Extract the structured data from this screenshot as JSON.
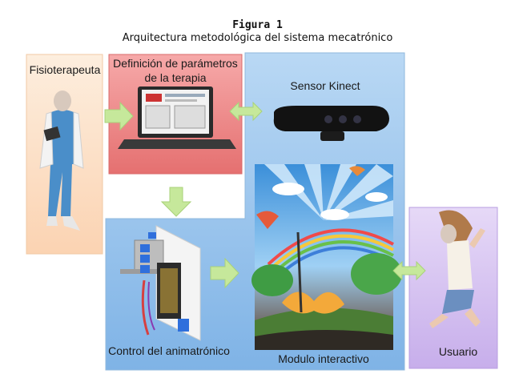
{
  "figure": {
    "title": "Figura 1",
    "subtitle": "Arquitectura metodológica del sistema mecatrónico"
  },
  "boxes": {
    "therapist": {
      "label": "Fisioterapeuta",
      "color": "#fde3cc"
    },
    "parameters": {
      "label_line1": "Definición de parámetros",
      "label_line2": "de la terapia",
      "color": "#ef8f8f"
    },
    "kinect": {
      "label": "Sensor Kinect",
      "color": "#a8cdef"
    },
    "control": {
      "label": "Control del animatrónico",
      "color": "#a8cdef"
    },
    "interactive": {
      "label": "Modulo interactivo",
      "color": "#a8cdef"
    },
    "user": {
      "label": "Usuario",
      "color": "#d9c6f0"
    }
  },
  "colors": {
    "arrow": "#c6e89b",
    "arrow_stroke": "#a9d27a"
  }
}
